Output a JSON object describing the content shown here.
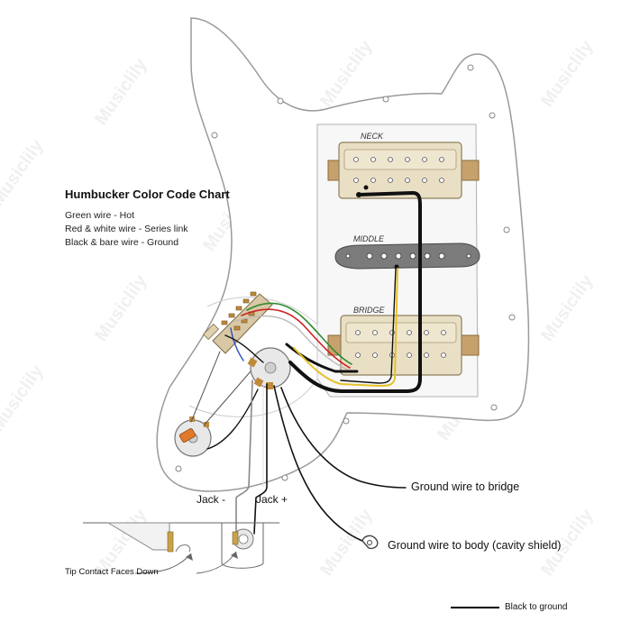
{
  "chart_legend": {
    "title": "Humbucker Color Code Chart",
    "lines": [
      "Green wire - Hot",
      "Red & white wire - Series link",
      "Black & bare wire - Ground"
    ]
  },
  "pickups": {
    "neck": "NECK",
    "middle": "MIDDLE",
    "bridge": "BRIDGE"
  },
  "callouts": {
    "ground_bridge": "Ground wire to bridge",
    "ground_body": "Ground wire to body (cavity shield)",
    "jack_minus": "Jack -",
    "jack_plus": "Jack +",
    "tip_contact": "Tip Contact Faces Down",
    "black_to_ground": "Black to ground"
  },
  "watermark": "Musiclily",
  "colors": {
    "pickguard": "#ffffff",
    "pickguard_outline": "#9a9a9a",
    "cavity": "#f7f7f7",
    "humbucker": "#e9dfc5",
    "single_coil": "#7b7b7b",
    "wire_black": "#111111",
    "wire_green": "#2e8b2e",
    "wire_red": "#cc2222",
    "wire_yellow": "#e6c22a",
    "wire_blue": "#2a4fbf",
    "pot_cap": "#e07a2a"
  }
}
